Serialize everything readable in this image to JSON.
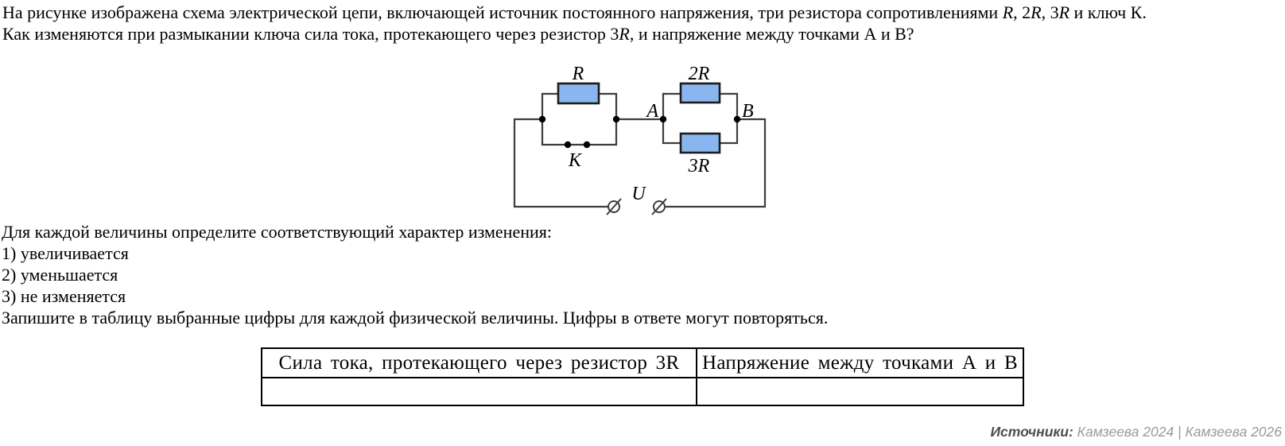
{
  "problem": {
    "line1_segments": [
      {
        "t": "На рисунке изображена схема электрической цепи, включающей источник постоянного напряжения, три резистора сопротивлениями ",
        "i": 0
      },
      {
        "t": "R",
        "i": 1
      },
      {
        "t": ", 2",
        "i": 0
      },
      {
        "t": "R",
        "i": 1
      },
      {
        "t": ", 3",
        "i": 0
      },
      {
        "t": "R",
        "i": 1
      },
      {
        "t": " и ключ К.",
        "i": 0
      }
    ],
    "line2_segments": [
      {
        "t": "Как изменяются при размыкании ключа сила тока, протекающего через резистор 3",
        "i": 0
      },
      {
        "t": "R",
        "i": 1
      },
      {
        "t": ", и напряжение между точками А и В?",
        "i": 0
      }
    ]
  },
  "circuit": {
    "labels": {
      "resistor_1": "R",
      "resistor_2": "2R",
      "resistor_3": "3R",
      "switch": "K",
      "node_a": "A",
      "node_b": "B",
      "source": "U"
    },
    "icons": {
      "source_terminal": "circle-slash"
    },
    "colors": {
      "resistor_fill": "#8ab6f0",
      "resistor_border": "#1c1c1c",
      "wire": "#3d3d3d",
      "dot": "#000000",
      "label": "#000000"
    }
  },
  "instructions": {
    "intro": "Для каждой величины определите соответствующий характер изменения:",
    "options": [
      "1) увеличивается",
      "2) уменьшается",
      "3) не изменяется"
    ],
    "outro": "Запишите в таблицу выбранные цифры для каждой физической величины. Цифры в ответе могут повторяться."
  },
  "answer_table": {
    "headers": [
      "Сила тока, протекающего через резистор 3R",
      "Напряжение между точками А и В"
    ],
    "cells": [
      "",
      ""
    ]
  },
  "source_line": {
    "label": "Источники:",
    "text": "Камзеева 2024 | Камзеева 2026"
  }
}
